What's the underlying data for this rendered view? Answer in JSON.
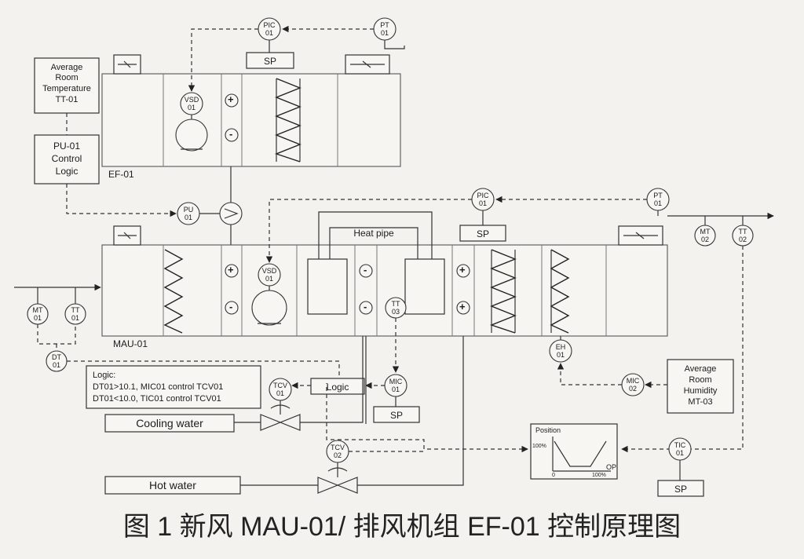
{
  "units": {
    "ef": "EF-01",
    "mau": "MAU-01"
  },
  "instruments": {
    "ef_pic": [
      "PIC",
      "01"
    ],
    "ef_pt": [
      "PT",
      "01"
    ],
    "ef_vsd": [
      "VSD",
      "01"
    ],
    "pu": [
      "PU",
      "01"
    ],
    "mau_pic": [
      "PIC",
      "01"
    ],
    "mau_pt": [
      "PT",
      "01"
    ],
    "mt02": [
      "MT",
      "02"
    ],
    "tt02": [
      "TT",
      "02"
    ],
    "mau_vsd": [
      "VSD",
      "01"
    ],
    "tt03": [
      "TT",
      "03"
    ],
    "mt01": [
      "MT",
      "01"
    ],
    "tt01": [
      "TT",
      "01"
    ],
    "dt01": [
      "DT",
      "01"
    ],
    "tcv01": [
      "TCV",
      "01"
    ],
    "mic01": [
      "MIC",
      "01"
    ],
    "tcv02": [
      "TCV",
      "02"
    ],
    "eh01": [
      "EH",
      "01"
    ],
    "mic02": [
      "MIC",
      "02"
    ],
    "tic01": [
      "TIC",
      "01"
    ]
  },
  "boxes": {
    "avg_temp": [
      "Average",
      "Room",
      "Temperature",
      "TT-01"
    ],
    "pu_logic": [
      "PU-01",
      "Control",
      "Logic"
    ],
    "avg_hum": [
      "Average",
      "Room",
      "Humidity",
      "MT-03"
    ],
    "logic": "Logic",
    "logic_note": [
      "Logic:",
      "DT01>10.1, MIC01 control TCV01",
      "DT01<10.0, TIC01 control TCV01"
    ]
  },
  "labels": {
    "sp": "SP",
    "heat_pipe": "Heat pipe",
    "cooling_water": "Cooling water",
    "hot_water": "Hot water",
    "plus": "+",
    "minus": "-"
  },
  "graph": {
    "title": "Position",
    "y_label": "100%",
    "x_zero": "0",
    "x_max": "100%",
    "x_label": "OP"
  },
  "caption": "图 1 新风 MAU-01/ 排风机组 EF-01 控制原理图",
  "colors": {
    "background": "#f3f2ee",
    "ink": "#1c1c1c"
  }
}
